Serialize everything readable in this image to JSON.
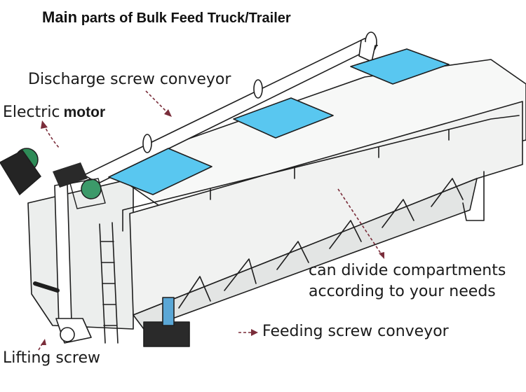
{
  "title": {
    "main": "Main",
    "rest": "parts of Bulk Feed Truck/Trailer"
  },
  "labels": {
    "discharge": "Discharge screw conveyor",
    "electric": "Electric",
    "motor": "motor",
    "compartments_line1": "can divide compartments",
    "compartments_line2": "according to your needs",
    "feeding": "Feeding screw conveyor",
    "lifting": "Lifting screw"
  },
  "colors": {
    "lid": "#59c7f0",
    "motor_body": "#2e8b57",
    "line": "#1e1e1e",
    "arrow": "#7a2d3a",
    "body_fill": "#f4f5f4"
  }
}
